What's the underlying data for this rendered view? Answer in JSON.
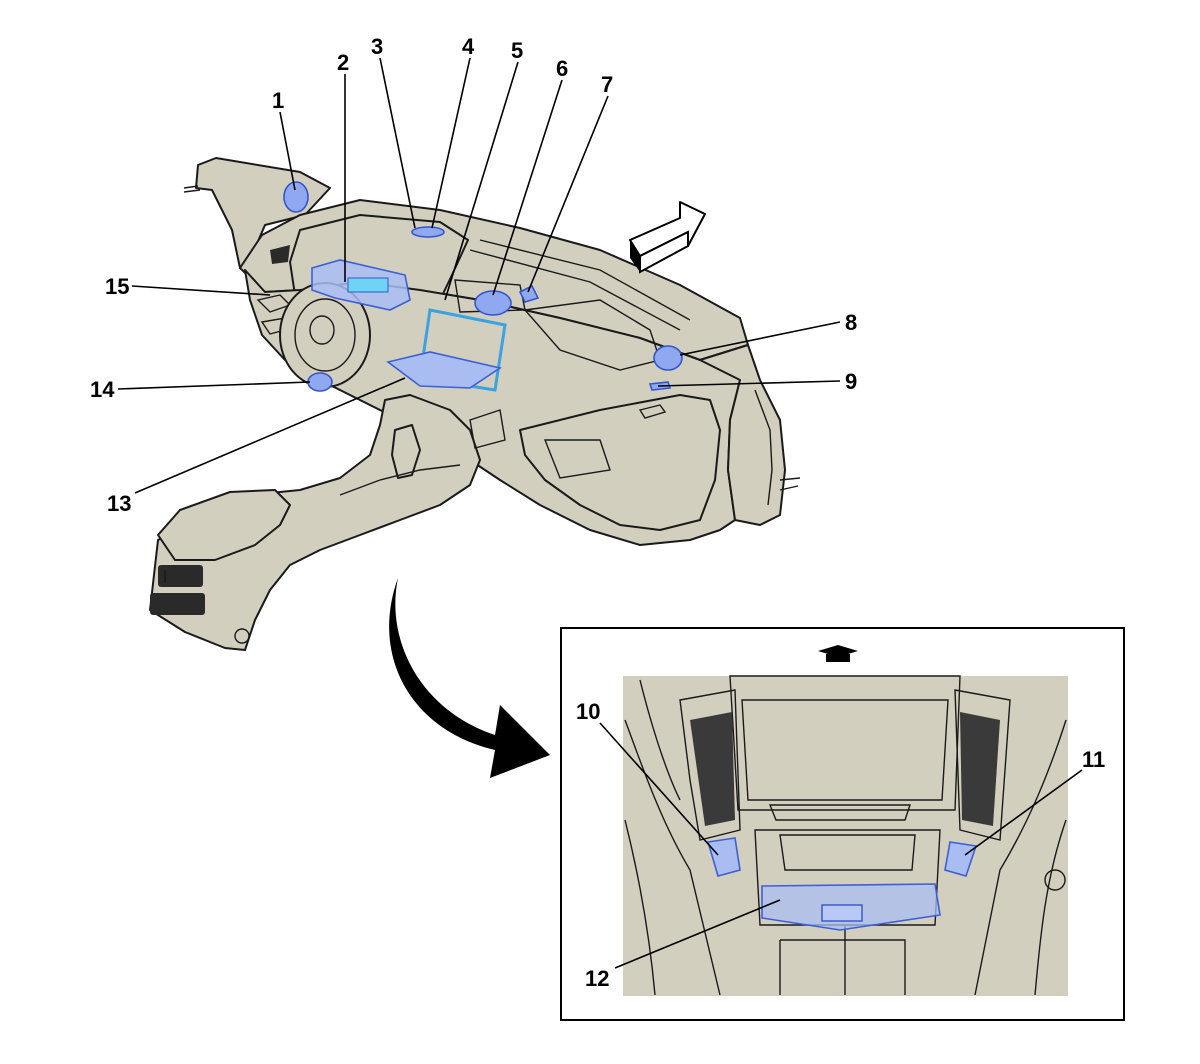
{
  "diagram": {
    "callouts": [
      {
        "id": "1",
        "text": "1"
      },
      {
        "id": "2",
        "text": "2"
      },
      {
        "id": "3",
        "text": "3"
      },
      {
        "id": "4",
        "text": "4"
      },
      {
        "id": "5",
        "text": "5"
      },
      {
        "id": "6",
        "text": "6"
      },
      {
        "id": "7",
        "text": "7"
      },
      {
        "id": "8",
        "text": "8"
      },
      {
        "id": "9",
        "text": "9"
      },
      {
        "id": "10",
        "text": "10"
      },
      {
        "id": "11",
        "text": "11"
      },
      {
        "id": "12",
        "text": "12"
      },
      {
        "id": "13",
        "text": "13"
      },
      {
        "id": "14",
        "text": "14"
      },
      {
        "id": "15",
        "text": "15"
      }
    ],
    "colors": {
      "interior": "#d3cfbf",
      "highlight": "#8fa8ef",
      "highlight_stroke": "#3355cc",
      "outline": "#1a1a1a"
    },
    "icons": [
      "forward-arrow-icon",
      "curved-arrow-icon",
      "top-view-cap-icon"
    ]
  }
}
